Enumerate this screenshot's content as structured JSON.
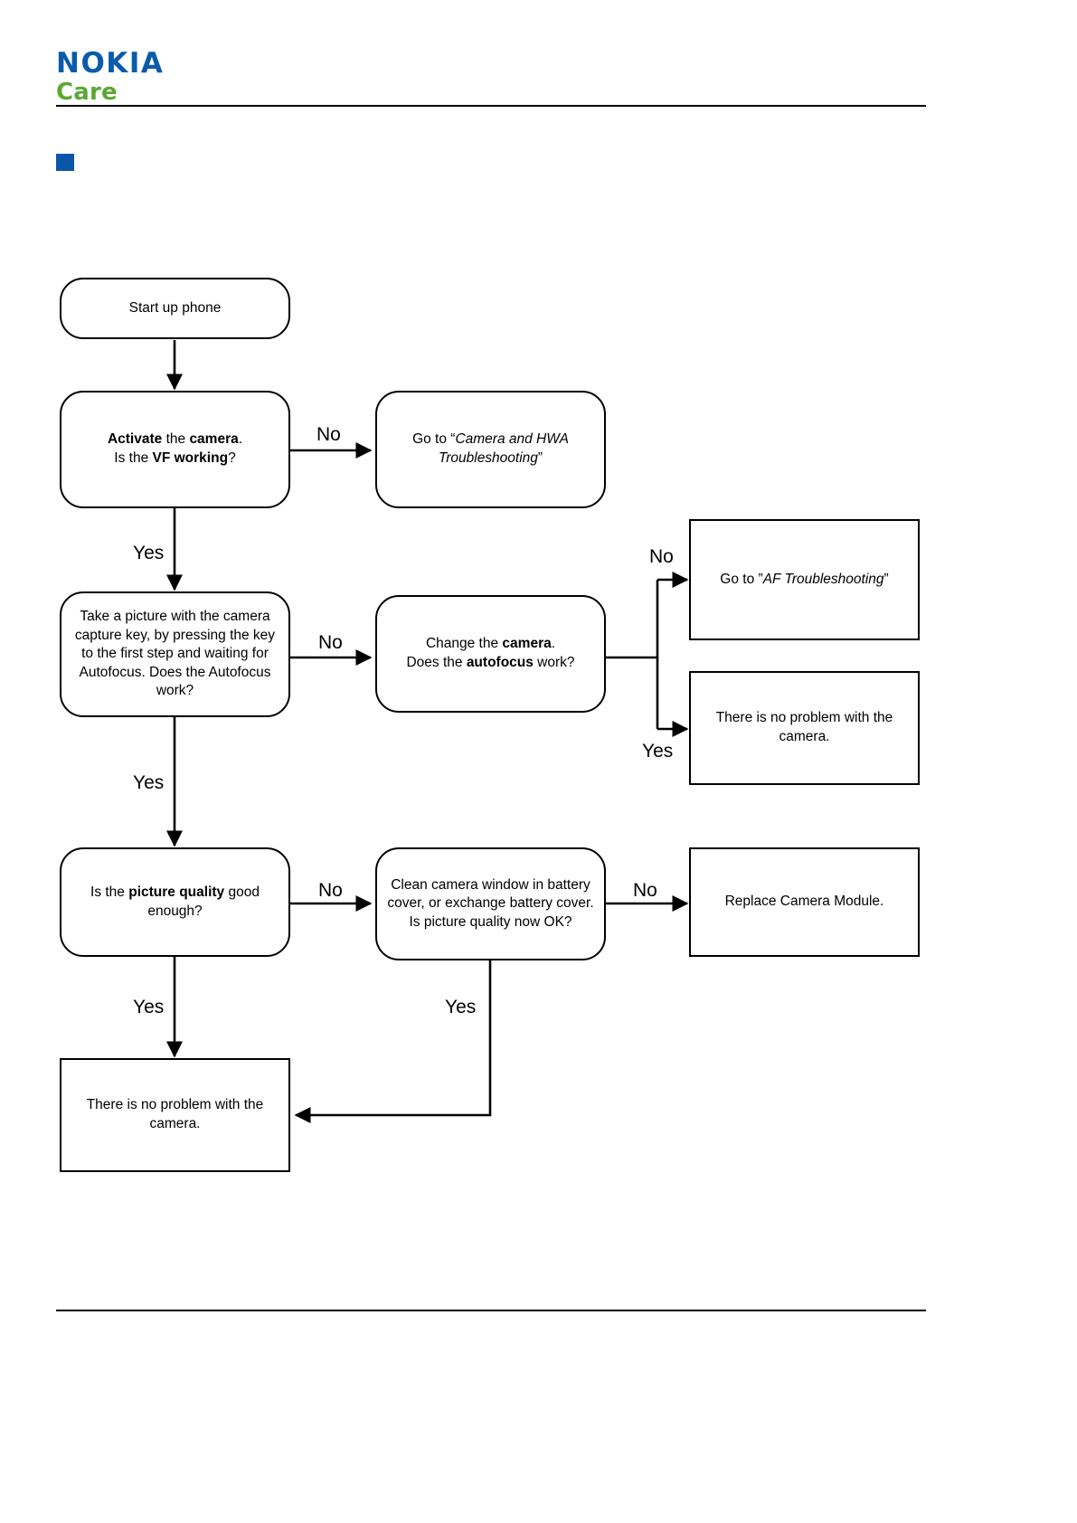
{
  "header": {
    "brand_primary": "NOKIA",
    "brand_secondary": "Care",
    "section_heading": "",
    "bullet_color": "#0b55ab",
    "brand_primary_color": "#0b5bab",
    "brand_secondary_color": "#5aa832"
  },
  "chart_data": {
    "type": "diagram",
    "title": "Camera troubleshooting flowchart",
    "nodes": [
      {
        "id": "start",
        "shape": "pill",
        "text": "Start up phone"
      },
      {
        "id": "activate",
        "shape": "pill",
        "text": "Activate the camera. Is the VF working?"
      },
      {
        "id": "camera_hwa",
        "shape": "pill",
        "text": "Go to “Camera and HWA Troubleshooting”"
      },
      {
        "id": "take_picture",
        "shape": "pill",
        "text": "Take a picture with the camera capture key, by pressing the key to the first step and waiting for Autofocus. Does the Autofocus work?"
      },
      {
        "id": "change_cam",
        "shape": "pill",
        "text": "Change the camera. Does the autofocus work?"
      },
      {
        "id": "af_trouble",
        "shape": "rect",
        "text": "Go to ”AF Troubleshooting”"
      },
      {
        "id": "no_problem_1",
        "shape": "rect",
        "text": "There is no problem with the camera."
      },
      {
        "id": "pic_quality",
        "shape": "pill",
        "text": "Is the picture quality good enough?"
      },
      {
        "id": "clean_window",
        "shape": "pill",
        "text": "Clean camera window in battery cover, or exchange battery cover. Is picture quality now OK?"
      },
      {
        "id": "replace_mod",
        "shape": "rect",
        "text": "Replace Camera Module."
      },
      {
        "id": "no_problem_2",
        "shape": "rect",
        "text": "There is no problem with the camera."
      }
    ],
    "edges": [
      {
        "from": "start",
        "to": "activate",
        "label": ""
      },
      {
        "from": "activate",
        "to": "camera_hwa",
        "label": "No"
      },
      {
        "from": "activate",
        "to": "take_picture",
        "label": "Yes"
      },
      {
        "from": "take_picture",
        "to": "change_cam",
        "label": "No"
      },
      {
        "from": "take_picture",
        "to": "pic_quality",
        "label": "Yes"
      },
      {
        "from": "change_cam",
        "to": "af_trouble",
        "label": "No"
      },
      {
        "from": "change_cam",
        "to": "no_problem_1",
        "label": "Yes"
      },
      {
        "from": "pic_quality",
        "to": "clean_window",
        "label": "No"
      },
      {
        "from": "pic_quality",
        "to": "no_problem_2",
        "label": "Yes"
      },
      {
        "from": "clean_window",
        "to": "replace_mod",
        "label": "No"
      },
      {
        "from": "clean_window",
        "to": "no_problem_2",
        "label": "Yes"
      }
    ]
  },
  "nodes": {
    "start": {
      "text": "Start up phone"
    },
    "activate": {
      "line1_bold1": "Activate",
      "line1_mid": " the ",
      "line1_bold2": "camera",
      "line1_end": ".",
      "line2_start": "Is the ",
      "line2_bold": "VF working",
      "line2_end": "?"
    },
    "camera_hwa": {
      "prefix": "Go to “",
      "italic": "Camera and HWA Troubleshooting",
      "suffix": "”"
    },
    "take_picture": {
      "text": "Take a picture with the camera capture key, by pressing the key to the first step and waiting for Autofocus. Does the Autofocus work?"
    },
    "change_cam": {
      "line1_start": "Change the ",
      "line1_bold": "camera",
      "line1_end": ".",
      "line2_start": "Does the ",
      "line2_bold": "autofocus",
      "line2_end": " work?"
    },
    "af_trouble": {
      "prefix": "Go to ”",
      "italic": "AF Troubleshooting",
      "suffix": "”"
    },
    "no_problem_1": {
      "text": "There is no problem with the camera."
    },
    "pic_quality": {
      "line1_start": "Is the ",
      "line1_bold": "picture quality",
      "line1_end": " good",
      "line2": "enough?"
    },
    "clean_window": {
      "text": "Clean camera window in battery cover, or exchange battery cover. Is picture quality now OK?"
    },
    "replace_mod": {
      "text": "Replace Camera Module."
    },
    "no_problem_2": {
      "text": "There is no problem with the camera."
    }
  },
  "labels": {
    "no_activate": "No",
    "yes_activate": "Yes",
    "no_take_picture": "No",
    "yes_take_picture": "Yes",
    "no_change_cam": "No",
    "yes_change_cam": "Yes",
    "no_pic_quality": "No",
    "yes_pic_quality": "Yes",
    "no_clean_window": "No",
    "yes_clean_window": "Yes"
  }
}
